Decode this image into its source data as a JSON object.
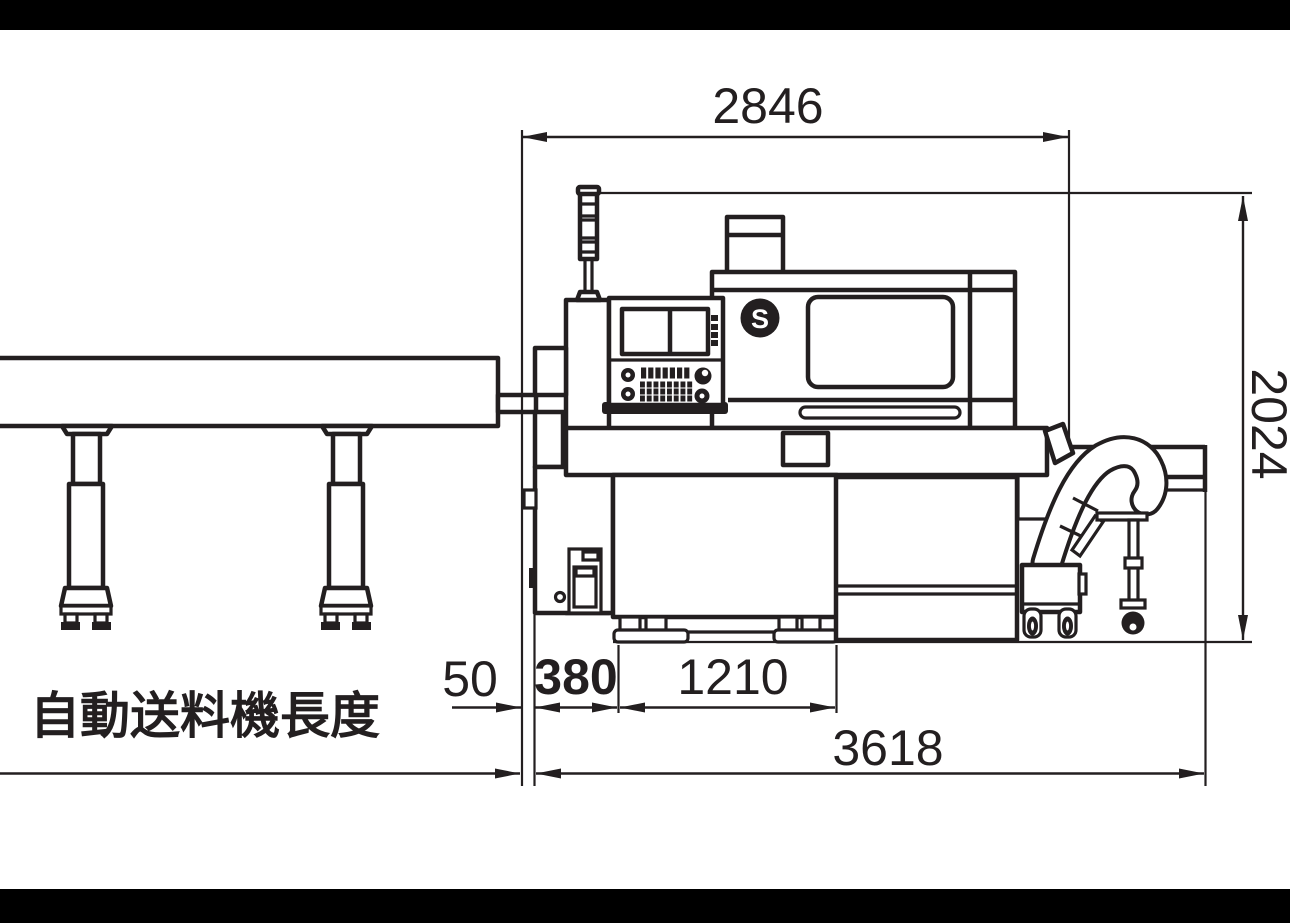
{
  "drawing_title": "machine-footprint-side-view",
  "dimensions": {
    "machine_width": "2846",
    "machine_height": "2024",
    "feeder_gap": "50",
    "spindle_offset": "380",
    "base_width": "1210",
    "overall_length": "3618"
  },
  "labels": {
    "feeder_length": "自動送料機長度"
  },
  "logo": {
    "letter": "S"
  },
  "colors": {
    "line": "#231f20",
    "background": "#ffffff",
    "letterbox": "#000000"
  }
}
